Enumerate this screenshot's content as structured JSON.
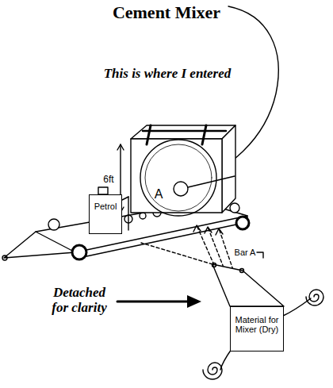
{
  "diagram": {
    "title": "Cement Mixer",
    "nodes": [
      {
        "text": [
          "Petrol"
        ]
      },
      {
        "text": [
          "Material for Mixer (Dry)"
        ]
      }
    ],
    "labels": [
      "This is where I entered",
      "A",
      "6ft",
      "Bar A",
      "Detached for clarity"
    ]
  }
}
